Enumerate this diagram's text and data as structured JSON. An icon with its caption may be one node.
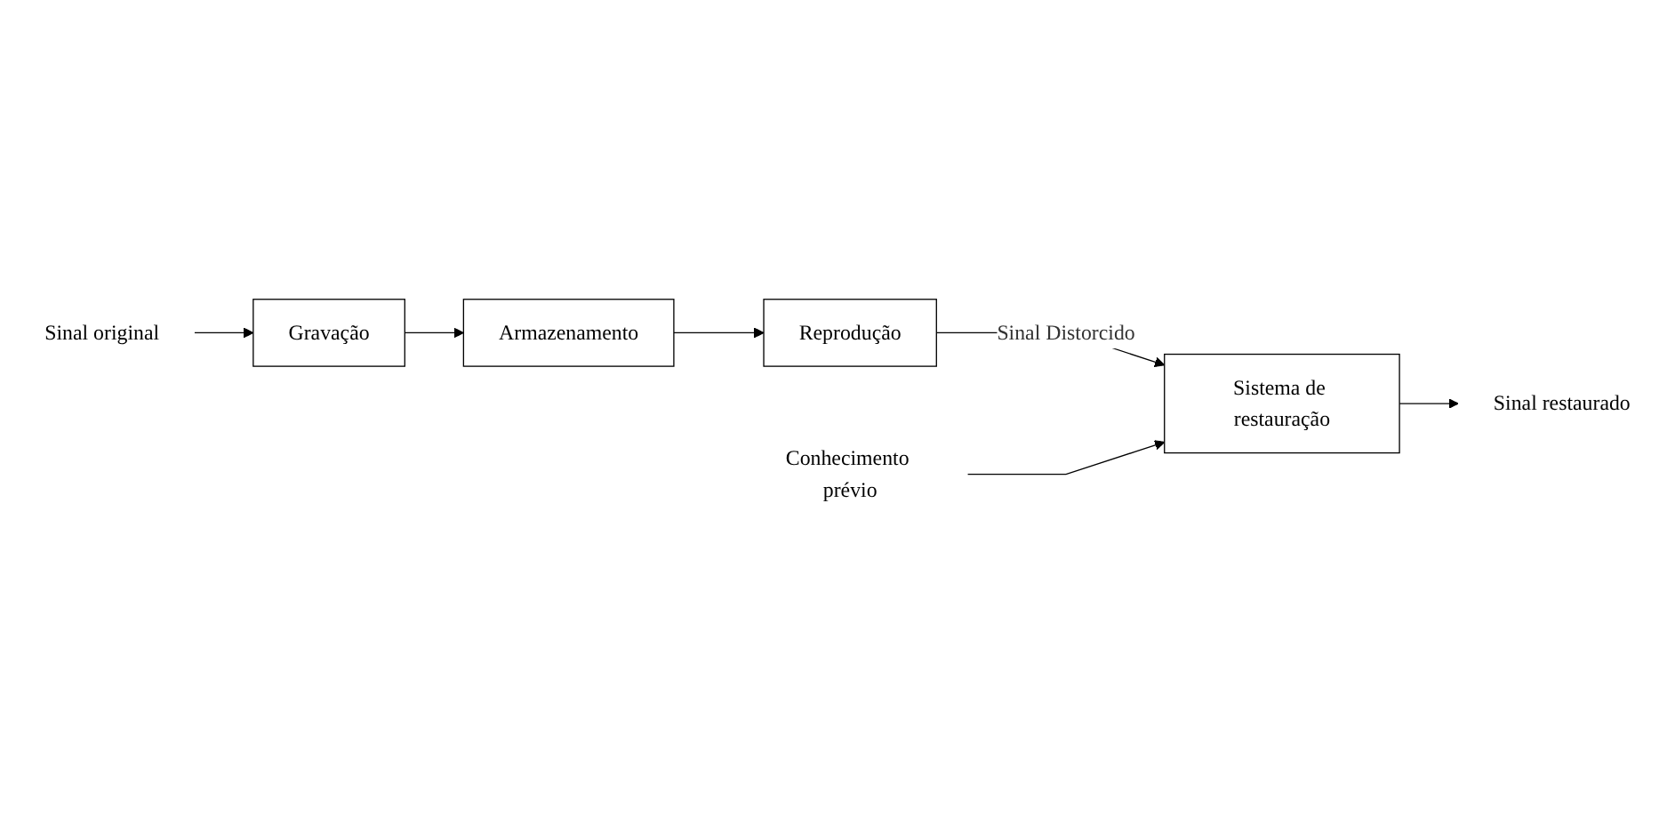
{
  "diagram": {
    "nodes": [
      {
        "text": [
          "Sinal original"
        ]
      },
      {
        "text": [
          "Gravação"
        ]
      },
      {
        "text": [
          "Armazenamento"
        ]
      },
      {
        "text": [
          "Reprodução"
        ]
      },
      {
        "text": [
          "Sistema de restauração"
        ]
      },
      {
        "text": [
          "Sinal restaurado"
        ]
      },
      {
        "text": [
          "Conhecimento prévio"
        ]
      }
    ],
    "edges": [
      {
        "from": 0,
        "to": 1,
        "arrow": "to"
      },
      {
        "from": 1,
        "to": 2,
        "arrow": "to"
      },
      {
        "from": 2,
        "to": 3,
        "arrow": "to"
      },
      {
        "from": 3,
        "to": 4,
        "arrow": "to",
        "label": "Sinal Distorcido"
      },
      {
        "from": 4,
        "to": 5,
        "arrow": "to"
      },
      {
        "from": 6,
        "to": 4,
        "arrow": "to"
      }
    ]
  }
}
